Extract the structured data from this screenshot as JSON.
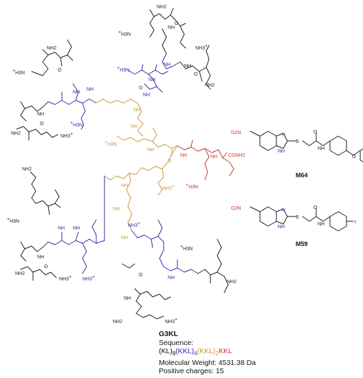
{
  "labels": {
    "g3kl": "G3KL",
    "sequence_label": "Sequence:",
    "seq_part1": "(KL)",
    "seq_sub1": "8",
    "seq_part2": "(KKL)",
    "seq_sub2": "4",
    "seq_part3": "(KKL)",
    "seq_sub3": "2",
    "seq_part4": "KKL",
    "molecular_weight": "Molecular Weight: 4531.38 Da",
    "positive_charges": "Positive charges: 15",
    "m64": "M64",
    "m59": "M59"
  },
  "atoms": {
    "nh2": "NH2",
    "h3n": "H3N",
    "nh3": "NH3",
    "plus": "+",
    "nh": "NH",
    "n": "N",
    "h": "H",
    "o": "O",
    "s": "S",
    "i": "I",
    "no2": "O2N",
    "conh2": "CONH2"
  },
  "colors": {
    "generation1": "#2a2aa8",
    "generation2": "#c8963a",
    "core": "#c0362c",
    "outer": "#1a1a1a"
  }
}
